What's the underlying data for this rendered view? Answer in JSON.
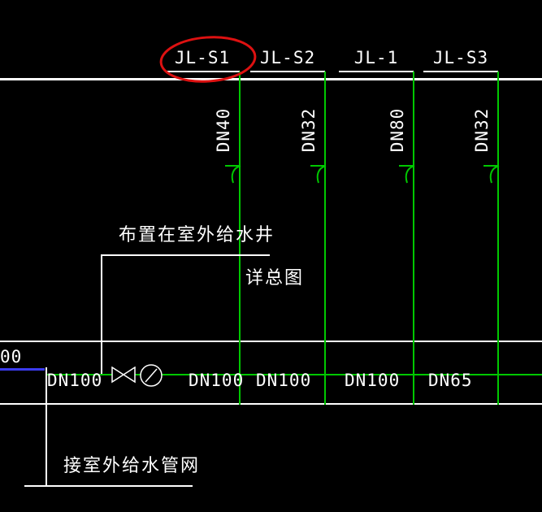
{
  "risers": [
    {
      "label": "JL-S1",
      "dn": "DN40",
      "highlighted": true
    },
    {
      "label": "JL-S2",
      "dn": "DN32",
      "highlighted": false
    },
    {
      "label": "JL-1",
      "dn": "DN80",
      "highlighted": false
    },
    {
      "label": "JL-S3",
      "dn": "DN32",
      "highlighted": false
    }
  ],
  "main_pipe": {
    "segment_labels": [
      "DN100",
      "DN100",
      "DN100",
      "DN100",
      "DN65"
    ]
  },
  "notes": {
    "well_note": "布置在室外给水井",
    "detail_note": "详总图",
    "connect_note": "接室外给水管网"
  },
  "elevation_fragment": "00",
  "colors": {
    "background": "#000000",
    "drawing_line": "#ffffff",
    "pipe_green": "#00c800",
    "highlight_red": "#dd1111",
    "elevation_blue": "#3c3cf0"
  }
}
